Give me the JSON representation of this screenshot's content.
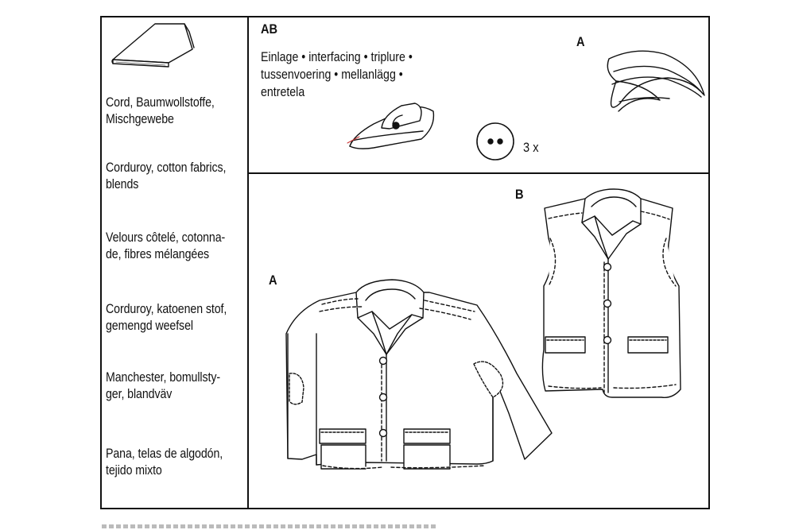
{
  "fabrics": [
    "Cord, Baumwollstoffe,\nMischgewebe",
    "Corduroy, cotton fabrics,\nblends",
    "Velours côtelé, cotonna-\nde, fibres mélangées",
    "Corduroy, katoenen stof,\ngemengd weefsel",
    "Manchester, bomullsty-\nger, blandväv",
    "Pana, telas de algodón,\ntejido mixto"
  ],
  "notions": {
    "views_label": "AB",
    "interfacing": [
      "Einlage • interfacing • triplure •",
      "tussenvoering • mellanlägg •",
      "entretela"
    ],
    "shoulder_pad_view": "A",
    "button_qty": "3 x"
  },
  "views": {
    "jacket_label": "A",
    "vest_label": "B"
  }
}
